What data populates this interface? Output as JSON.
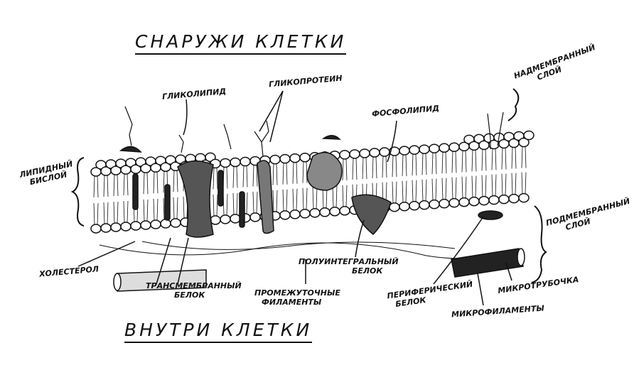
{
  "title_outside": "Снаружи клетки",
  "title_inside": "Внутри клетки",
  "labels": {
    "glycolipid": "Гликолипид",
    "glycoprotein": "Гликопротеин",
    "phospholipid": "Фосфолипид",
    "supramembrane_1": "Надмембранный",
    "supramembrane_2": "слой",
    "bilayer_1": "Липидный",
    "bilayer_2": "бислой",
    "submembrane_1": "Подмембранный",
    "submembrane_2": "слой",
    "cholesterol": "Холестерол",
    "transmembrane_1": "Трансмембранный",
    "transmembrane_2": "белок",
    "intermediate_1": "Промежуточные",
    "intermediate_2": "филаменты",
    "semiintegral_1": "Полуинтегральный",
    "semiintegral_2": "белок",
    "peripheral_1": "Периферический",
    "peripheral_2": "белок",
    "microfilaments": "Микрофиламенты",
    "microtubule": "Микротрубочка"
  }
}
